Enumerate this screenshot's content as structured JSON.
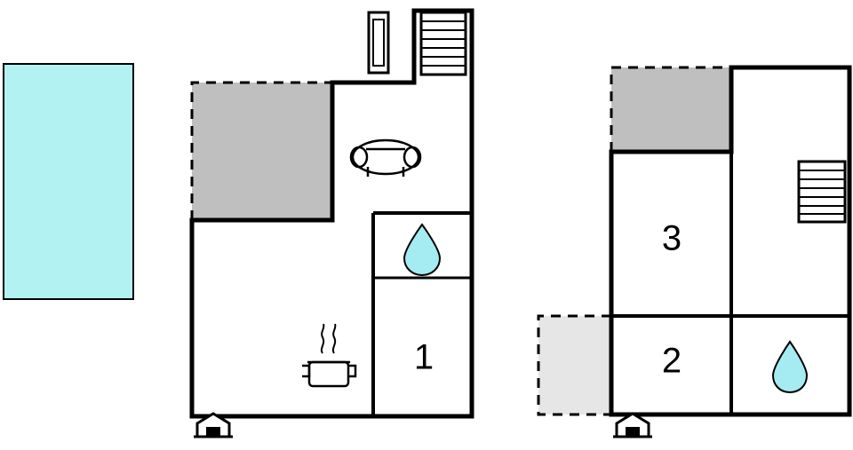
{
  "diagram": {
    "title": "Floor plan",
    "colors": {
      "pool_fill": "#b2f2f2",
      "terrace_fill": "#bfbfbf",
      "light_terrace_fill": "#e6e6e6",
      "wall": "#000000",
      "water_drop": "#a5ecf2",
      "background": "#ffffff"
    },
    "areas": [
      {
        "name": "swimming-pool",
        "label": "",
        "fill": "#b2f2f2"
      },
      {
        "name": "left-unit-terrace",
        "label": "",
        "fill": "#bfbfbf"
      },
      {
        "name": "right-unit-terrace",
        "label": "",
        "fill": "#bfbfbf"
      },
      {
        "name": "right-unit-lower-terrace",
        "label": "",
        "fill": "#e6e6e6"
      }
    ],
    "left_unit": {
      "rooms": [
        {
          "id": "room-1",
          "label": "1"
        }
      ],
      "icons": [
        {
          "name": "sofa-icon"
        },
        {
          "name": "stairs-icon"
        },
        {
          "name": "radiator-icon"
        },
        {
          "name": "water-drop-icon"
        },
        {
          "name": "cooking-pot-icon"
        },
        {
          "name": "entrance-door-icon"
        }
      ]
    },
    "right_unit": {
      "rooms": [
        {
          "id": "room-3",
          "label": "3"
        },
        {
          "id": "room-2",
          "label": "2"
        }
      ],
      "icons": [
        {
          "name": "stairs-icon"
        },
        {
          "name": "water-drop-icon"
        },
        {
          "name": "entrance-door-icon"
        }
      ]
    }
  }
}
